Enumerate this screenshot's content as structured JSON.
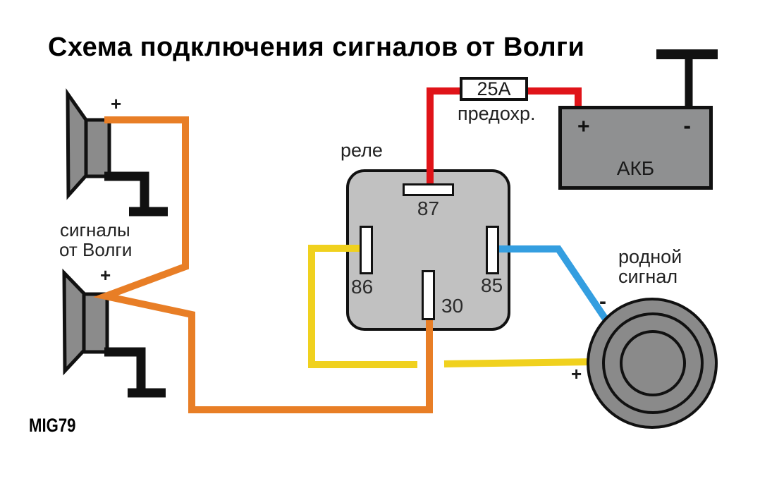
{
  "title": "Схема подключения сигналов от Волги",
  "watermark": "MIG79",
  "fuse": {
    "rating": "25А",
    "caption": "предохр."
  },
  "relay": {
    "label": "реле",
    "pin_87": "87",
    "pin_86": "86",
    "pin_85": "85",
    "pin_30": "30"
  },
  "battery": {
    "label": "АКБ",
    "plus": "+",
    "minus": "-"
  },
  "volga_horns": {
    "caption_line1": "сигналы",
    "caption_line2": "от Волги",
    "horn1_plus": "+",
    "horn2_plus": "+"
  },
  "native_horn": {
    "caption_line1": "родной",
    "caption_line2": "сигнал",
    "minus": "-",
    "plus": "+"
  },
  "colors": {
    "wire_red": "#e01419",
    "wire_orange": "#e87e26",
    "wire_yellow": "#f0d11e",
    "wire_blue": "#349ee0",
    "wire_black": "#111111",
    "relay_body": "#c1c1c1",
    "battery_body": "#8f9091",
    "horn_body": "#8b8b8b",
    "native_horn_body": "#8a8a8a",
    "outline": "#111111"
  }
}
